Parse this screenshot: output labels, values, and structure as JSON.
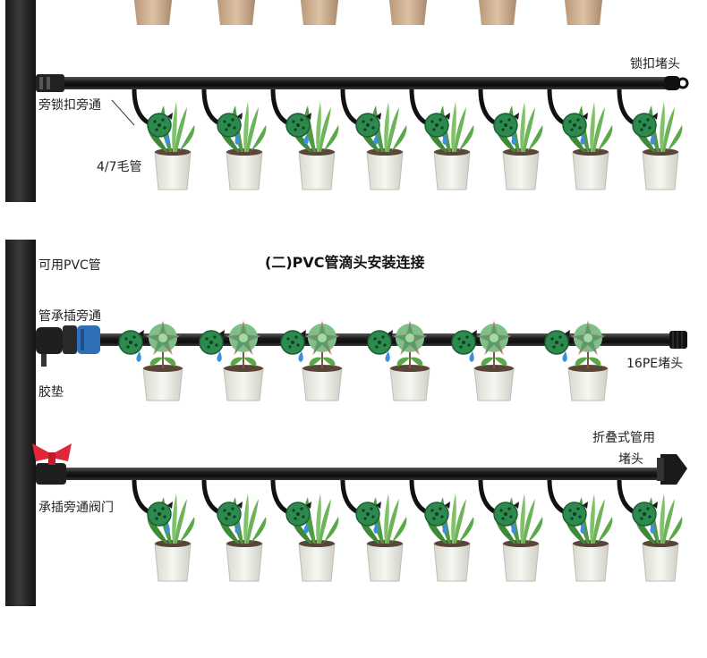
{
  "section2_title": "(二)PVC管滴头安装连接",
  "row1": {
    "left_label_1": "旁锁扣旁通",
    "left_label_2": "4/7毛管",
    "right_label": "锁扣堵头"
  },
  "row2": {
    "label_pvc": "可用PVC管",
    "label_connector": "管承插旁通",
    "label_gasket": "胶垫",
    "right_label": "16PE堵头"
  },
  "row3": {
    "left_label": "承插旁通阀门",
    "right_label_1": "折叠式管用",
    "right_label_2": "堵头"
  },
  "colors": {
    "pipe": "#1a1a1a",
    "dripper": "#2d8a4e",
    "water_drop": "#3a8fe0",
    "valve": "#e0283a",
    "pot": "#efefe8",
    "leaf": "#5aa84a"
  }
}
